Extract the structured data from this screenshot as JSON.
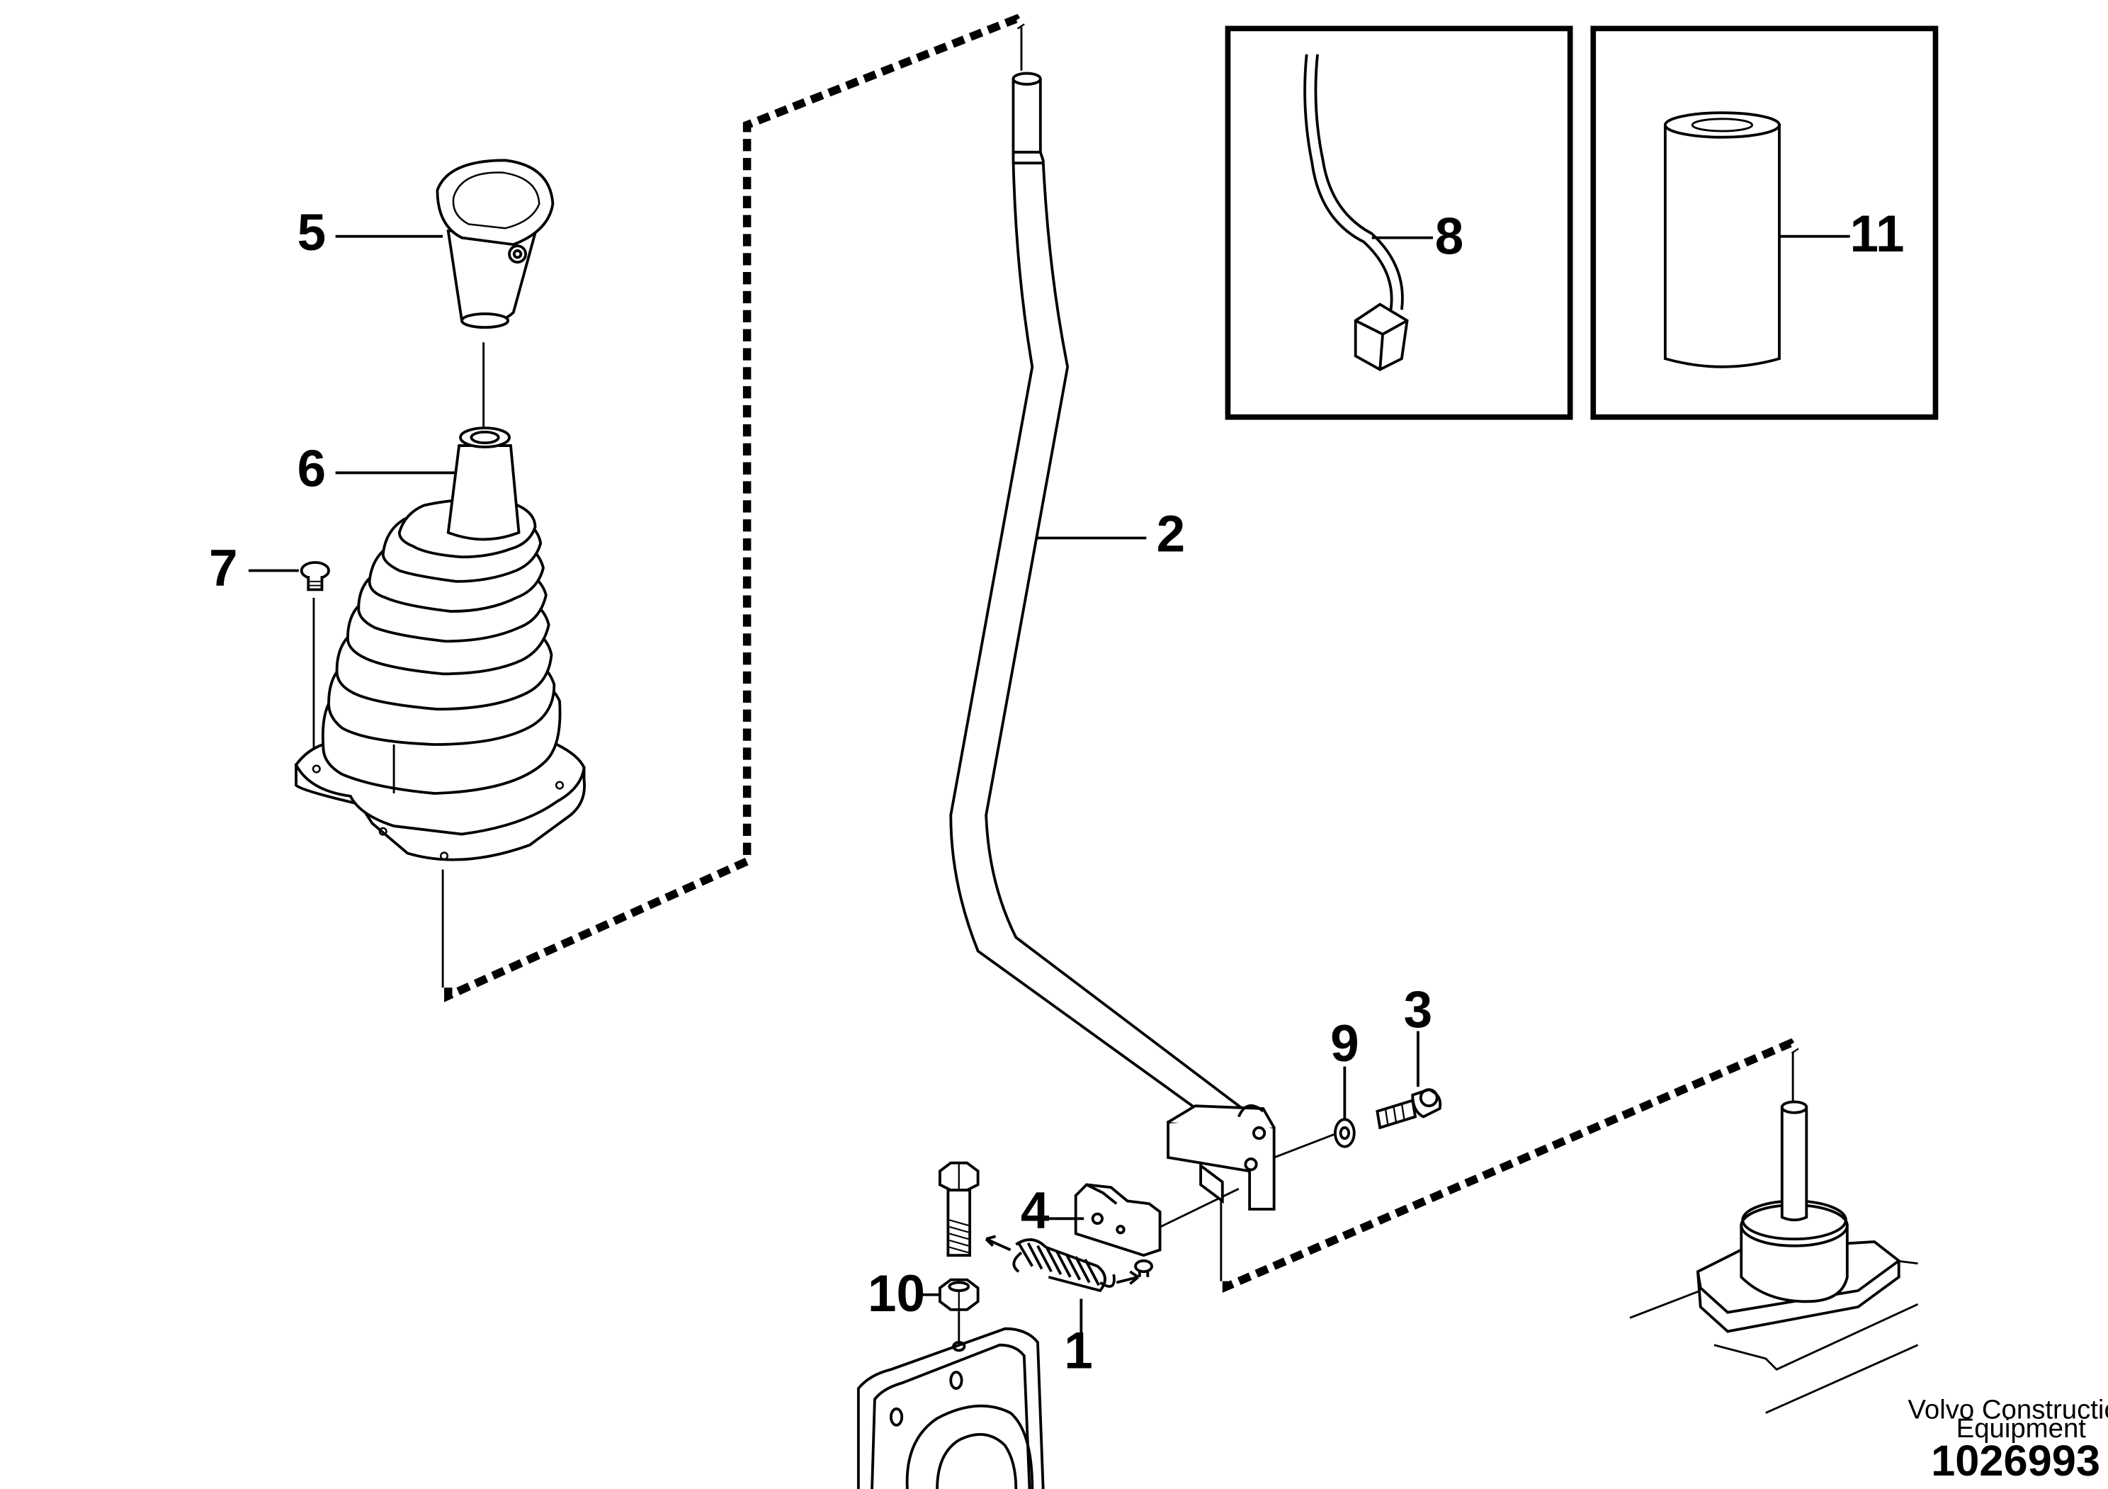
{
  "diagram": {
    "callouts": {
      "c1": "1",
      "c2": "2",
      "c3": "3",
      "c4": "4",
      "c5": "5",
      "c6": "6",
      "c7": "7",
      "c8": "8",
      "c9": "9",
      "c10": "10",
      "c11": "11"
    },
    "credit_line1": "Volvo Construction",
    "credit_line2": "Equipment",
    "drawing_number": "1026993"
  }
}
